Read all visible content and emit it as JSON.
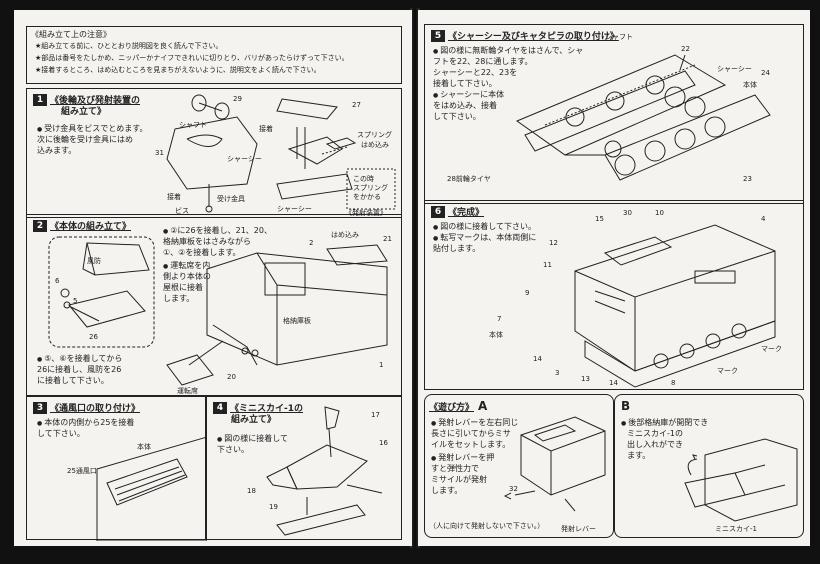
{
  "left": {
    "notes": {
      "title": "《組み立て上の注意》",
      "lines": [
        "★組み立てる前に、ひととおり説明図を良く読んで下さい。",
        "★部品は番号をたしかめ、ニッパーかナイフできれいに切りとり、バリがあったらけずって下さい。",
        "★接着するところ、はめ込むところを見まちがえないように、説明文をよく読んで下さい。"
      ]
    },
    "s1": {
      "num": "1",
      "title": "《後輪及び発射装置の",
      "title2": "組み立て》",
      "text": [
        "受け金具をビスでとめます。",
        "次に後輪を受け金具にはめ",
        "込みます。"
      ],
      "labels": {
        "shaft": "シャフト",
        "n29": "29",
        "n31": "31",
        "adhesive": "接着",
        "chassis": "シャーシー",
        "bracket": "受け金具",
        "screw": "ビス",
        "adhesive2": "接着",
        "n27": "27",
        "spring": "スプリング",
        "fit": "はめ込み",
        "chassis2": "シャーシー",
        "note1": "この時",
        "note2": "スプリング",
        "note3": "をかかる",
        "launcher": "《発射装置》"
      }
    },
    "s2": {
      "num": "2",
      "title": "《本体の組み立て》",
      "text": [
        "②に26を接着し、21、20、",
        "格納庫板をはさみながら",
        "①、②を接着します。",
        "運転席を内",
        "側より本体の",
        "屋根に接着",
        "します。"
      ],
      "labels": {
        "windshield": "風防",
        "n6": "6",
        "n5": "5",
        "n26": "26",
        "n2": "2",
        "fit": "はめ込み",
        "n21": "21",
        "hangar": "格納庫板",
        "n1": "1",
        "n20": "20",
        "cockpit": "運転席"
      },
      "text2": [
        "⑤、⑥を接着してから",
        "26に接着し、風防を26",
        "に接着して下さい。"
      ]
    },
    "s3": {
      "num": "3",
      "title": "《通風口の取り付け》",
      "text": [
        "本体の内側から25を接着",
        "して下さい。"
      ],
      "labels": {
        "body": "本体",
        "vent": "25通風口"
      }
    },
    "s4": {
      "num": "4",
      "title": "《ミニスカイ-1の",
      "title2": "組み立て》",
      "text": [
        "図の様に接着して",
        "下さい。"
      ],
      "labels": {
        "n17": "17",
        "n16": "16",
        "n18": "18",
        "n19": "19"
      }
    }
  },
  "right": {
    "s5": {
      "num": "5",
      "title": "《シャーシー及びキャタピラの取り付け》",
      "text": [
        "図の様に無断輪タイヤをはさんで、シャ",
        "フトを22、28に通します。",
        "シャーシーと22、23を",
        "接着して下さい。",
        "シャーシーに本体",
        "をはめ込み、接着",
        "して下さい。"
      ],
      "labels": {
        "shaft": "シャフト",
        "n22": "22",
        "chassis": "シャーシー",
        "n24": "24",
        "body": "本体",
        "front": "28前輪タイヤ",
        "n23": "23"
      }
    },
    "s6": {
      "num": "6",
      "title": "《完成》",
      "text": [
        "図の様に接着して下さい。",
        "転写マークは、本体両側に",
        "貼付します。"
      ],
      "labels": {
        "n15": "15",
        "n30": "30",
        "n10": "10",
        "n4": "4",
        "n12": "12",
        "n11": "11",
        "n9": "9",
        "n7": "7",
        "body": "本体",
        "n14": "14",
        "n3": "3",
        "n13": "13",
        "n14b": "14",
        "n8": "8",
        "mark": "マーク",
        "mark2": "マーク"
      }
    },
    "play": {
      "title": "《遊び方》",
      "letter": "A",
      "text": [
        "発射レバーを左右同じ",
        "長さに引いてからミサ",
        "イルをセットします。",
        "発射レバーを押",
        "すと弾性力で",
        "ミサイルが発射",
        "します。"
      ],
      "caution": "（人に向けて発射しないで下さい。）",
      "lever": "発射レバー",
      "n32": "32"
    },
    "b": {
      "letter": "B",
      "text": [
        "後部格納庫が開閉でき",
        "ミニスカイ-1の",
        "出し入れができ",
        "ます。"
      ],
      "label": "ミニスカイ-1"
    }
  }
}
